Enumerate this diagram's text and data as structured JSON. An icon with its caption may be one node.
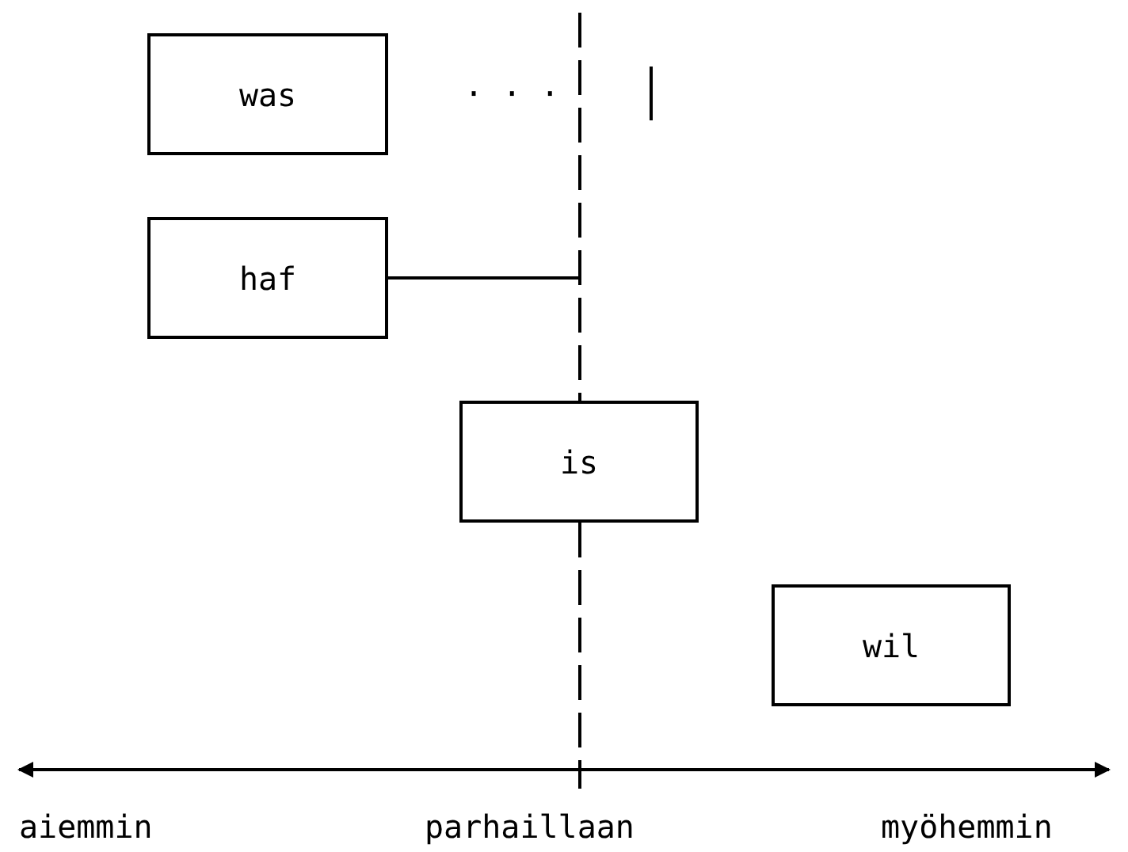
{
  "diagram": {
    "nodes": [
      {
        "text": [
          "was"
        ]
      },
      {
        "text": [
          "haf"
        ]
      },
      {
        "text": [],
        "shape": "bar"
      },
      {
        "text": [
          "is"
        ]
      },
      {
        "text": [
          "wil"
        ]
      }
    ],
    "edges": [
      {
        "from": 1,
        "to": 2,
        "arrow": "none"
      }
    ],
    "labels": [
      "· · ·",
      "aiemmin",
      "parhaillaan",
      "myöhemmin"
    ]
  }
}
